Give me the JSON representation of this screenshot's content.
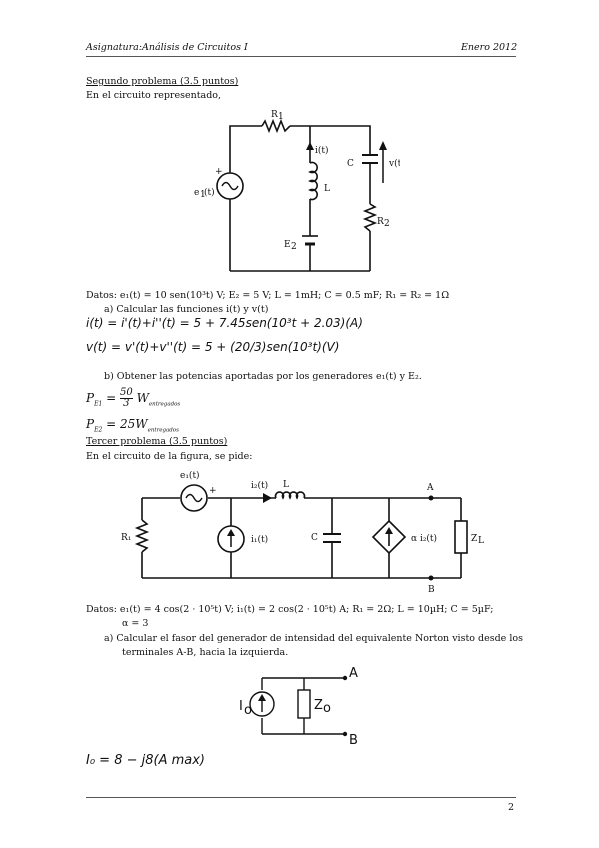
{
  "header": {
    "left": "Asignatura:Análisis de Circuitos I",
    "right": "Enero 2012"
  },
  "p2": {
    "title": "Segundo problema (3.5 puntos)",
    "intro": "En el circuito representado,",
    "circuit": {
      "r1": "R",
      "r1_sub": "1",
      "i": "i(t)",
      "c": "C",
      "v": "v(t)",
      "e1": "e",
      "e1_sub": "1",
      "e1_t": "(t)",
      "l": "L",
      "r2": "R",
      "r2_sub": "2",
      "e2": "E",
      "e2_sub": "2",
      "plus": "+"
    },
    "datos": "Datos: e₁(t) = 10 sen(10³t) V;  E₂ = 5 V;  L = 1mH;  C = 0.5 mF;  R₁ = R₂ = 1Ω",
    "qa": "a)   Calcular las funciones i(t) y v(t)",
    "eq_i": "i(t) = i'(t)+i''(t) = 5 + 7.45sen(10³t + 2.03)(A)",
    "eq_v": "v(t) = v'(t)+v''(t) = 5 + (20/3)sen(10³t)(V)",
    "qb": "b)   Obtener las potencias aportadas por los generadores e₁(t) y E₂.",
    "pe1": "P",
    "pe1_sub": "E1",
    "pe1_eq": "=",
    "pe1_num": "50",
    "pe1_den": "3",
    "pe1_w": "W",
    "pe1_wsub": "entregados",
    "pe2": "P",
    "pe2_sub": "E2",
    "pe2_eq": "= 25W",
    "pe2_wsub": "entregados"
  },
  "p3": {
    "title": "Tercer problema (3.5 puntos)",
    "intro": "En el circuito de la figura, se pide:",
    "circuit": {
      "e1": "e₁(t)",
      "plus": "+",
      "i2": "i₂(t)",
      "l": "L",
      "a": "A",
      "r1": "R₁",
      "i1": "i₁(t)",
      "c": "C",
      "alpha": "α i₂(t)",
      "zl": "Z",
      "zl_sub": "L",
      "b": "B"
    },
    "datos1": "Datos: e₁(t) = 4 cos(2 · 10⁵t) V;  i₁(t) = 2 cos(2 · 10⁵t) A;  R₁ = 2Ω;  L = 10µH;  C = 5µF;",
    "datos2": "α = 3",
    "qa1": "a)   Calcular el fasor del generador de intensidad del equivalente Norton visto desde los",
    "qa2": "terminales A-B, hacia la izquierda.",
    "norton": {
      "a": "A",
      "b": "B",
      "io": "I",
      "io_sub": "o",
      "zo": "Z",
      "zo_sub": "o"
    },
    "result": "I₀ = 8 − j8(A max)"
  },
  "footer": {
    "page": "2"
  }
}
